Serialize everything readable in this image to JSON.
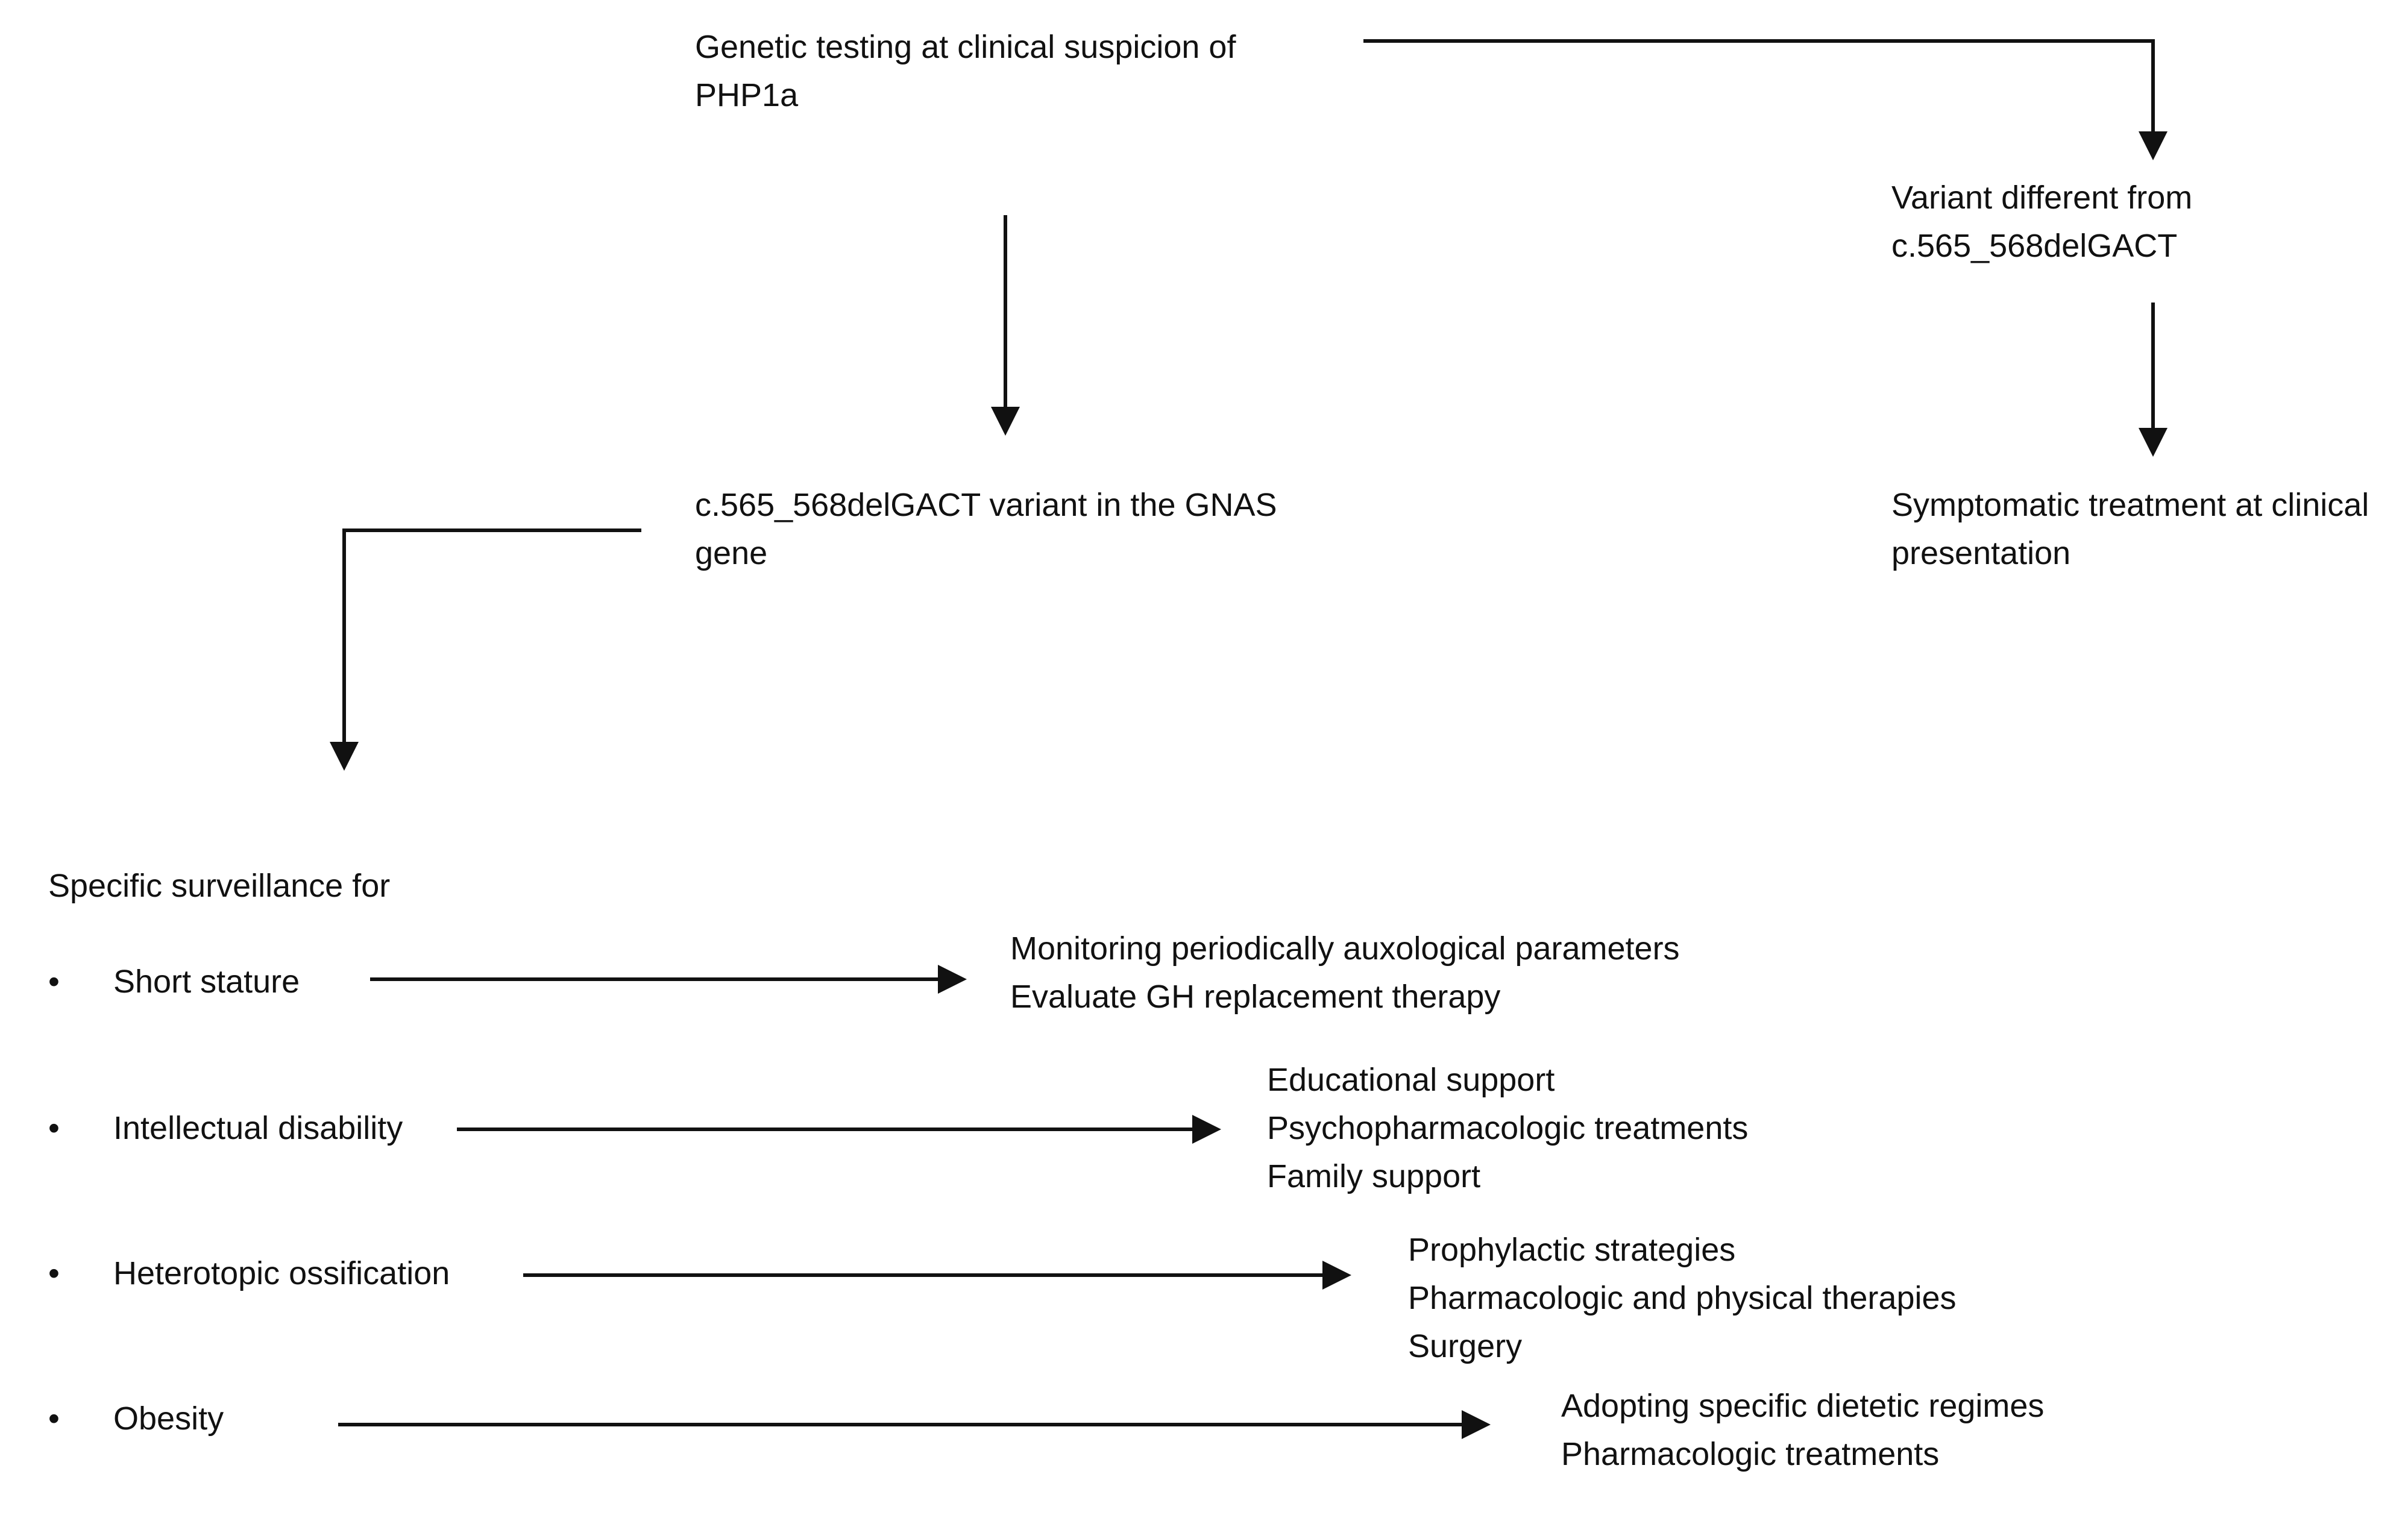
{
  "genetic_testing": [
    "Genetic testing at clinical suspicion of",
    "PHP1a"
  ],
  "variant_different": [
    "Variant different from",
    "c.565_568delGACT"
  ],
  "symptomatic_treatment": [
    "Symptomatic treatment at clinical",
    "presentation"
  ],
  "variant_gnas": [
    "c.565_568delGACT variant in the GNAS",
    "gene"
  ],
  "surveillance_title": "Specific surveillance for",
  "bullet_symbol": "•",
  "conditions": [
    {
      "name": "Short stature",
      "actions": [
        "Monitoring periodically auxological parameters",
        "Evaluate GH replacement therapy"
      ]
    },
    {
      "name": "Intellectual disability",
      "actions": [
        "Educational support",
        "Psychopharmacologic treatments",
        "Family support"
      ]
    },
    {
      "name": "Heterotopic ossification",
      "actions": [
        "Prophylactic strategies",
        "Pharmacologic and physical therapies",
        "Surgery"
      ]
    },
    {
      "name": "Obesity",
      "actions": [
        "Adopting specific dietetic regimes",
        "Pharmacologic treatments"
      ]
    }
  ]
}
